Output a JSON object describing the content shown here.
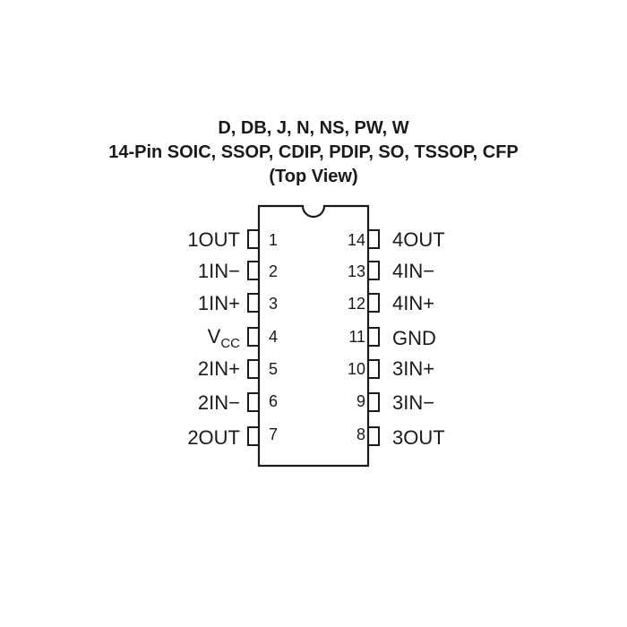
{
  "header": {
    "packages": "D, DB, J, N, NS, PW, W",
    "pin_types": "14-Pin SOIC, SSOP, CDIP, PDIP, SO, TSSOP, CFP",
    "view": "(Top View)"
  },
  "pins_left": [
    {
      "num": "1",
      "label": "1OUT"
    },
    {
      "num": "2",
      "label": "1IN−"
    },
    {
      "num": "3",
      "label": "1IN+"
    },
    {
      "num": "4",
      "label": "V",
      "label_sub": "CC"
    },
    {
      "num": "5",
      "label": "2IN+"
    },
    {
      "num": "6",
      "label": "2IN−"
    },
    {
      "num": "7",
      "label": "2OUT"
    }
  ],
  "pins_right": [
    {
      "num": "14",
      "label": "4OUT"
    },
    {
      "num": "13",
      "label": "4IN−"
    },
    {
      "num": "12",
      "label": "4IN+"
    },
    {
      "num": "11",
      "label": "GND"
    },
    {
      "num": "10",
      "label": "3IN+"
    },
    {
      "num": "9",
      "label": "3IN−"
    },
    {
      "num": "8",
      "label": "3OUT"
    }
  ],
  "colors": {
    "stroke": "#1a1a1a",
    "background": "#ffffff"
  }
}
